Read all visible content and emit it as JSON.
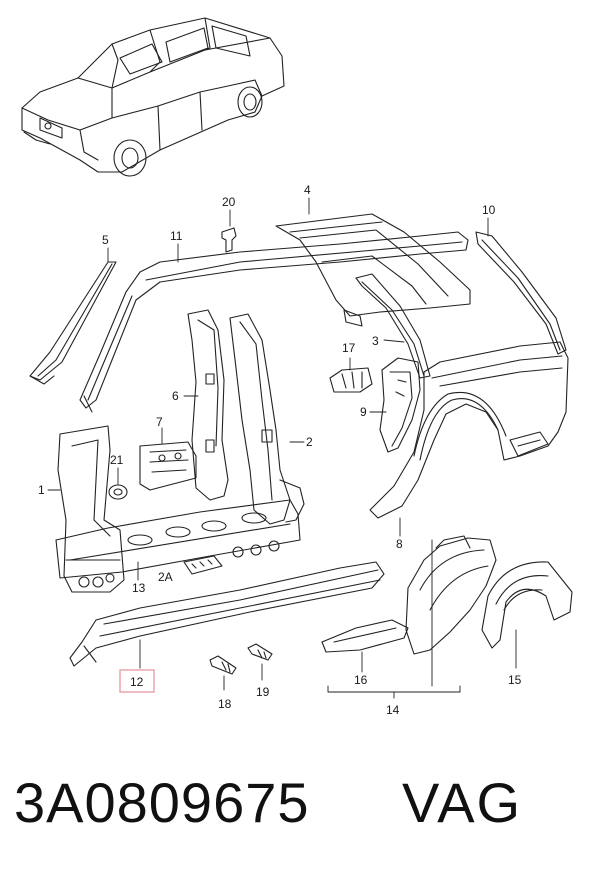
{
  "callouts": [
    {
      "id": "20",
      "text": "20"
    },
    {
      "id": "4",
      "text": "4"
    },
    {
      "id": "10",
      "text": "10"
    },
    {
      "id": "5",
      "text": "5"
    },
    {
      "id": "11",
      "text": "11"
    },
    {
      "id": "3",
      "text": "3"
    },
    {
      "id": "17",
      "text": "17"
    },
    {
      "id": "6",
      "text": "6"
    },
    {
      "id": "9",
      "text": "9"
    },
    {
      "id": "7",
      "text": "7"
    },
    {
      "id": "2",
      "text": "2"
    },
    {
      "id": "21",
      "text": "21"
    },
    {
      "id": "1",
      "text": "1"
    },
    {
      "id": "8",
      "text": "8"
    },
    {
      "id": "2A",
      "text": "2A"
    },
    {
      "id": "13",
      "text": "13"
    },
    {
      "id": "12",
      "text": "12"
    },
    {
      "id": "16",
      "text": "16"
    },
    {
      "id": "15",
      "text": "15"
    },
    {
      "id": "14",
      "text": "14"
    },
    {
      "id": "18",
      "text": "18"
    },
    {
      "id": "19",
      "text": "19"
    }
  ],
  "highlighted_callout": "12",
  "highlight_color": "#e8a0a8",
  "footer": {
    "part_number": "3A0809675",
    "brand": "VAG"
  }
}
